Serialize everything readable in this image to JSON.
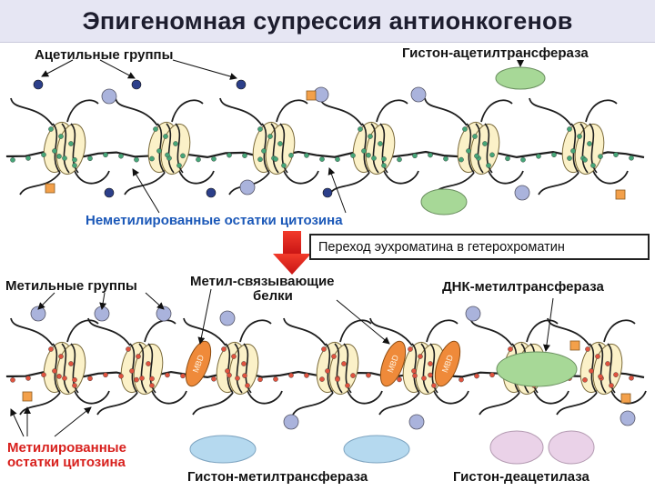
{
  "title": "Эпигеномная супрессия антионкогенов",
  "top_panel": {
    "acetyl_groups": "Ацетильные группы",
    "histone_acetyltransferase": "Гистон-ацетилтрансфераза",
    "unmethylated_cytosine": "Неметилированные остатки цитозина"
  },
  "transition_label": "Переход эухроматина в гетерохроматин",
  "bottom_panel": {
    "methyl_groups": "Метильные группы",
    "methyl_binding_proteins_line1": "Метил-связывающие",
    "methyl_binding_proteins_line2": "белки",
    "dna_methyltransferase": "ДНК-метилтрансфераза",
    "methylated_cytosine_line1": "Метилированные",
    "methylated_cytosine_line2": "остатки цитозина",
    "histone_methyltransferase": "Гистон-метилтрансфераза",
    "histone_deacetylase": "Гистон-деацетилаза",
    "mbd_label": "MBD"
  },
  "colors": {
    "acetyl_group": "#2c3f8a",
    "methyl_group": "#aab3dc",
    "hat_enzyme": "#a7d897",
    "dnmt_enzyme": "#a7d897",
    "hmt_enzyme": "#b5d9ef",
    "hdac_enzyme": "#ead2e8",
    "mbd_protein": "#ef8a3a",
    "unmethylated_cpg": "#46a678",
    "methylated_cpg": "#e0533f",
    "nucleosome": "#fbf1c8",
    "arrow": "#e02020",
    "label_blue": "#1b58b8",
    "label_red": "#d8201d"
  }
}
